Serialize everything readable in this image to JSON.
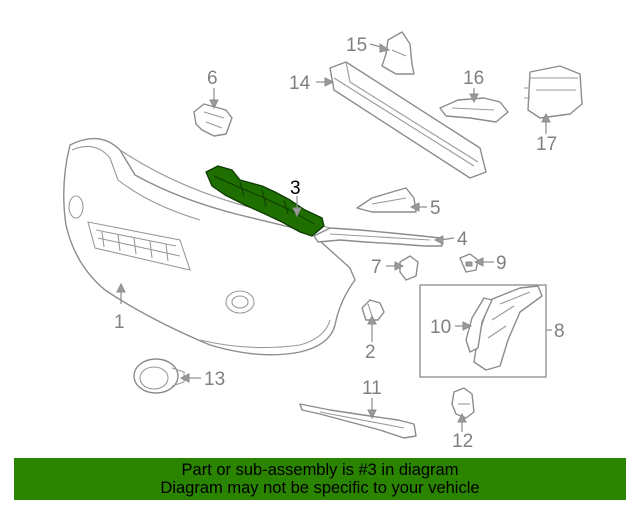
{
  "callouts": {
    "c1": "1",
    "c2": "2",
    "c3": "3",
    "c4": "4",
    "c5": "5",
    "c6": "6",
    "c7": "7",
    "c8": "8",
    "c9": "9",
    "c10": "10",
    "c11": "11",
    "c12": "12",
    "c13": "13",
    "c14": "14",
    "c15": "15",
    "c16": "16",
    "c17": "17"
  },
  "highlighted_part": "3",
  "colors": {
    "highlight": "#1e6f00",
    "banner": "#2a8400",
    "lines": "#8c8c8c"
  },
  "banner": {
    "line1": "Part or sub-assembly is #3 in diagram",
    "line2": "Diagram may not be specific to your vehicle"
  }
}
